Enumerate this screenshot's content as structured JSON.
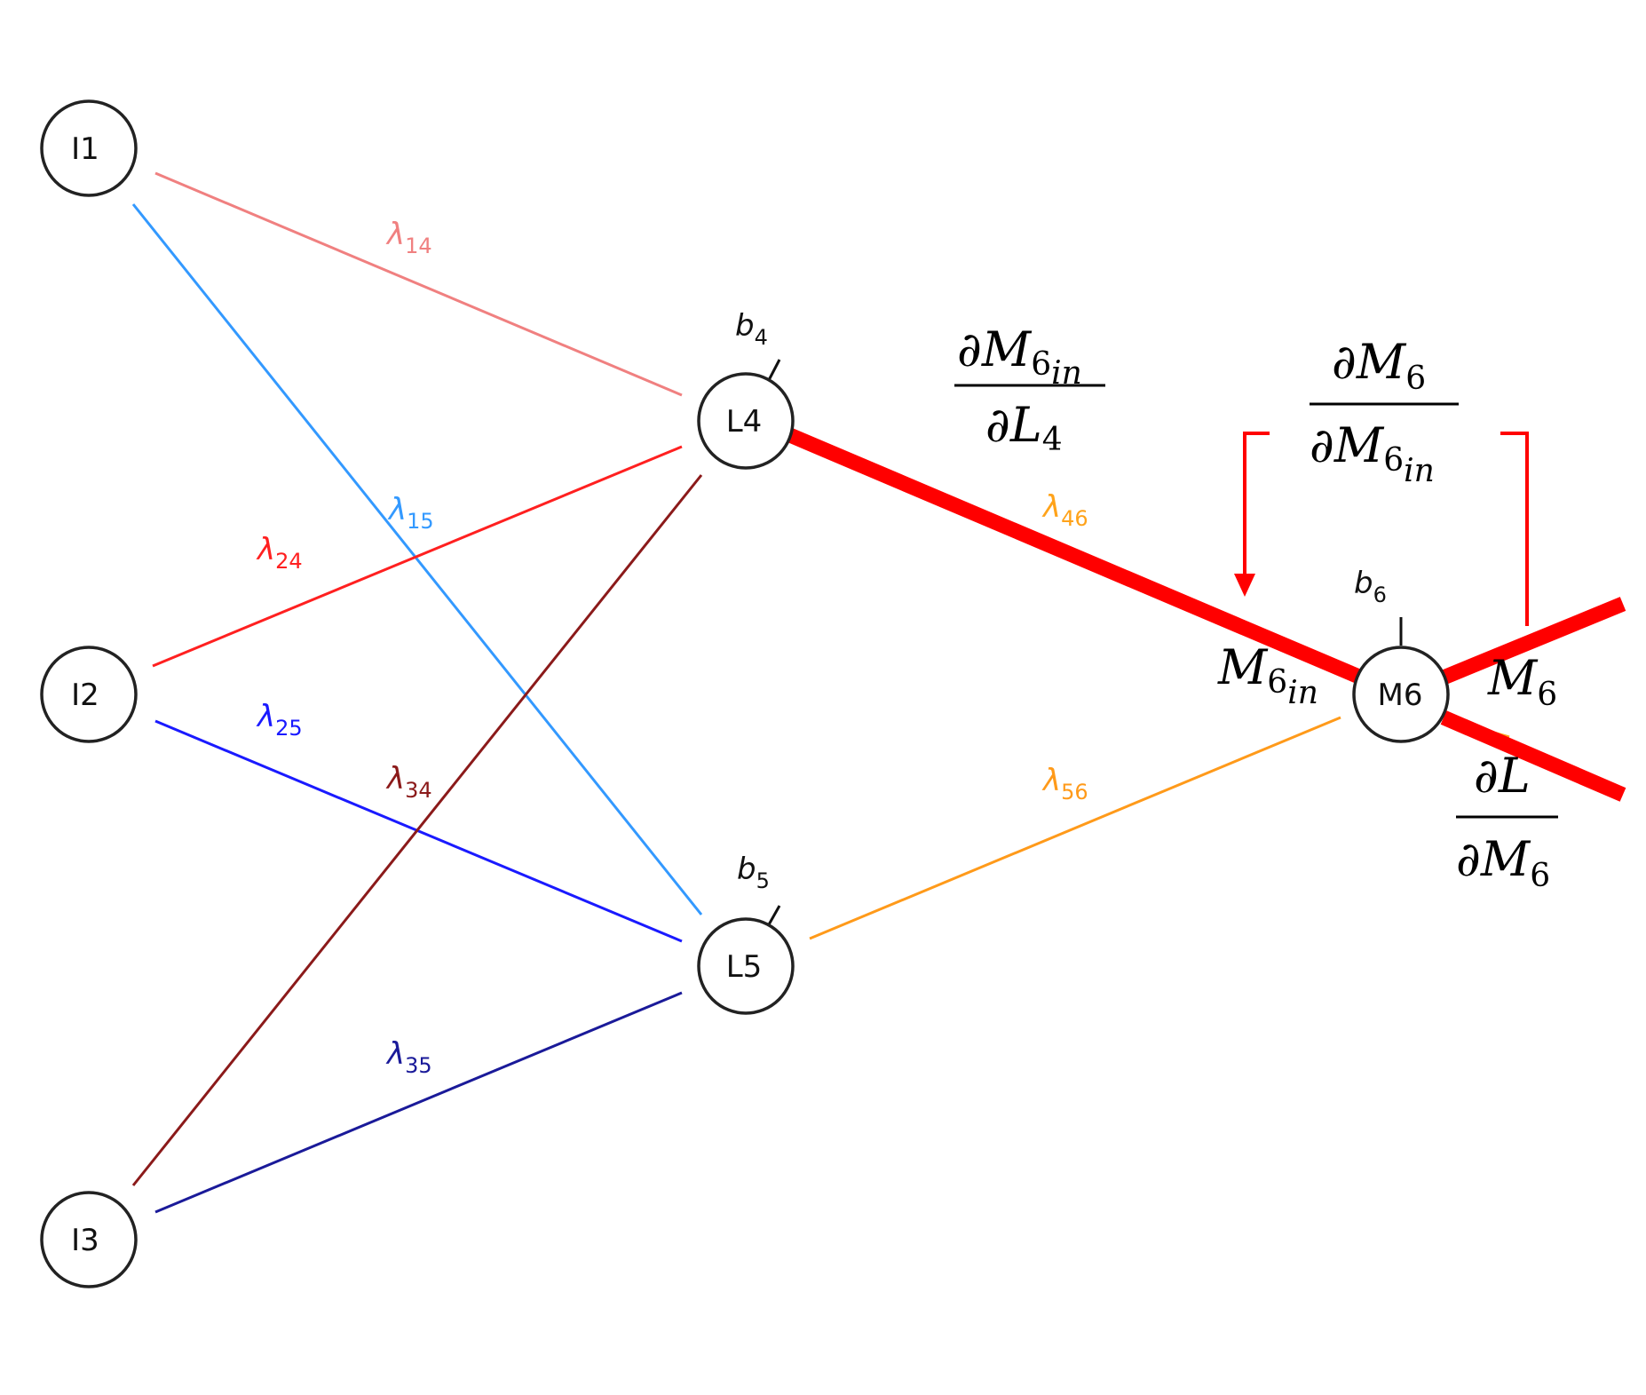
{
  "colors": {
    "node_stroke": "#222222",
    "w14": "#f08080",
    "w15": "#3399ff",
    "w24": "#ff2020",
    "w25": "#1a1aff",
    "w34": "#8b1a1a",
    "w35": "#1a1a99",
    "w46": "#ffa31a",
    "w56": "#ff9a1a",
    "highlight": "#ff0000",
    "formula": "#000000"
  },
  "nodes": {
    "i1": "I1",
    "i2": "I2",
    "i3": "I3",
    "l4": "L4",
    "l5": "L5",
    "m6": "M6"
  },
  "weights": {
    "w14": {
      "sym": "λ",
      "sub": "14"
    },
    "w15": {
      "sym": "λ",
      "sub": "15"
    },
    "w24": {
      "sym": "λ",
      "sub": "24"
    },
    "w25": {
      "sym": "λ",
      "sub": "25"
    },
    "w34": {
      "sym": "λ",
      "sub": "34"
    },
    "w35": {
      "sym": "λ",
      "sub": "35"
    },
    "w46": {
      "sym": "λ",
      "sub": "46"
    },
    "w56": {
      "sym": "λ",
      "sub": "56"
    }
  },
  "biases": {
    "b4": {
      "sym": "b",
      "sub": "4"
    },
    "b5": {
      "sym": "b",
      "sub": "5"
    },
    "b6": {
      "sym": "b",
      "sub": "6"
    }
  },
  "annotations": {
    "m6in": {
      "sym": "M",
      "sub": "6",
      "sub2": "in"
    },
    "m6": {
      "sym": "M",
      "sub": "6"
    }
  },
  "fractions": {
    "dm6in_dl4": {
      "num": "∂M",
      "num_sub": "6",
      "num_sub2": "in",
      "den": "∂L",
      "den_sub": "4"
    },
    "dm6_dm6in": {
      "num": "∂M",
      "num_sub": "6",
      "den": "∂M",
      "den_sub": "6",
      "den_sub2": "in"
    },
    "dl_dm6": {
      "num": "∂L",
      "den": "∂M",
      "den_sub": "6"
    }
  }
}
